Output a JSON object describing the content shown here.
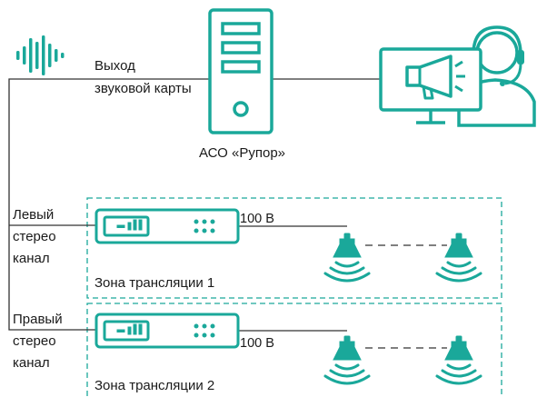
{
  "colors": {
    "accent": "#1aa89a",
    "line": "#333333",
    "text": "#1a1a1a"
  },
  "icons": {
    "audio": "sound-wave-icon",
    "server": "server-tower-icon",
    "operator": "operator-megaphone-monitor-icon",
    "amplifier": "amplifier-icon",
    "speaker": "loudspeaker-icon"
  },
  "labels": {
    "output_line1": "Выход",
    "output_line2": "звуковой карты",
    "server": "АСО «Рупор»",
    "left_line1": "Левый",
    "left_line2": "стерео",
    "left_line3": "канал",
    "right_line1": "Правый",
    "right_line2": "стерео",
    "right_line3": "канал",
    "zone1": "Зона трансляции 1",
    "zone2": "Зона трансляции 2",
    "voltage1": "100 В",
    "voltage2": "100 В"
  }
}
